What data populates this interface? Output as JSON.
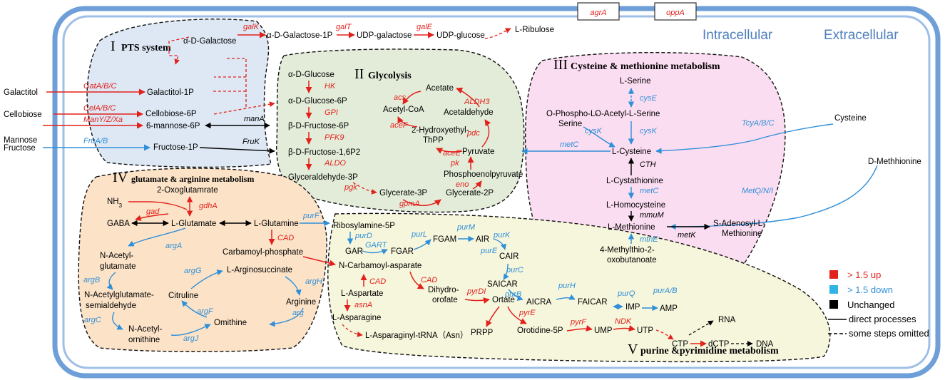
{
  "membrane_transporters": [
    "agrA",
    "oppA"
  ],
  "compartments": {
    "intracellular": "Intracellular",
    "extracellular": "Extracellular"
  },
  "sections": {
    "pts": {
      "numeral": "I",
      "title": "PTS system"
    },
    "glycolysis": {
      "numeral": "II",
      "title": "Glycolysis"
    },
    "cysteine": {
      "numeral": "III",
      "title": "Cysteine & methionine metabolism"
    },
    "glutamate": {
      "numeral": "IV",
      "title": "glutamate  & arginine metabolism"
    },
    "purine": {
      "numeral": "V",
      "title": "purine &pyrimidine metabolism"
    }
  },
  "external_metabolites": {
    "galactitol": "Galactitol",
    "cellobiose": "Cellobiose",
    "mannose": "Mannose",
    "fructose": "Fructose",
    "cysteine": "Cysteine",
    "d_methhionine": "D-Methhionine"
  },
  "metabolites": {
    "a_d_galactose": "α-D-Galactose",
    "galactitol_1p": "Galactitol-1P",
    "cellobiose_6p": "Cellobiose-6P",
    "mannose_6p": "6-mannose-6P",
    "fructose_1p": "Fructose-1P",
    "a_d_galactose_1p": "α-D-Galactose-1P",
    "udp_galactose": "UDP-galactose",
    "udp_glucose": "UDP-glucose",
    "l_ribulose": "L-Ribulose",
    "a_d_glucose": "α-D-Glucose",
    "a_d_glucose_6p": "α-D-Glucose-6P",
    "b_d_fructose_6p": "β-D-Fructose-6P",
    "b_d_fructose_16p2": "β-D-Fructose-1,6P2",
    "glyceraldehyde_3p": "Glyceraldehyde-3P",
    "glycerate_3p": "Glycerate-3P",
    "glycerate_2p": "Glycerate-2P",
    "phosphoenolpyruvate": "Phosphoenolpyruvate",
    "pyruvate": "Pyruvate",
    "hydroxyethyl_thpp_1": "2-Hydroxyethyl-",
    "hydroxyethyl_thpp_2": "ThPP",
    "acetyl_coa": "Acetyl-CoA",
    "acetate": "Acetate",
    "acetaldehyde": "Acetaldehyde",
    "l_serine": "L-Serine",
    "o_acetyl_l_serine": "O-Acetyl-L-Serine",
    "o_phospho_l_serine_1": "O-Phospho-L-",
    "o_phospho_l_serine_2": "Serine",
    "l_cysteine": "L-Cysteine",
    "l_cystathionine": "L-Cystathionine",
    "l_homocysteine": "L-Homocysteine",
    "l_methionine": "L-Methionine",
    "s_adenosyl_1": "S-Adenosyl-L-",
    "s_adenosyl_2": "Methionine",
    "methylthio_1": "4-Methylthio-2-",
    "methylthio_2": "oxobutanoate",
    "oxoglutamrate": "2-Oxoglutamrate",
    "nh3": "NH",
    "nh3_sub": "3",
    "gaba": "GABA",
    "l_glutamate": "L-Glutamate",
    "l_glutamine": "L-Glutamine",
    "carbamoyl_phosphate": "Carbamoyl-phosphate",
    "n_acetyl_glutamate_1": "N-Acetyl-",
    "n_acetyl_glutamate_2": "glutamate",
    "n_acetylglutamate_semi_1": "N-Acetylglutamate-",
    "n_acetylglutamate_semi_2": "semialdehyde",
    "l_arginosuccinate": "L-Arginosuccinate",
    "citruline": "Citruline",
    "arginine": "Arginine",
    "n_acetyl_ornithine_1": "N-Acetyl-",
    "n_acetyl_ornithine_2": "ornithine",
    "omithine": "Omithine",
    "ribosylamine_5p": "Ribosylamine-5P",
    "gar": "GAR",
    "fgar": "FGAR",
    "fgam": "FGAM",
    "air": "AIR",
    "cair": "CAIR",
    "saicar": "SAICAR",
    "aicra": "AICRA",
    "faicar": "FAICAR",
    "imp": "IMP",
    "amp": "AMP",
    "n_carbamoyl_asparate": "N-Carbamoyl-asparate",
    "l_aspartate": "L-Aspartate",
    "l_asparagine": "L-Asparagine",
    "l_asparaginyl_trna": "L-Asparaginyl-tRNA（Asn）",
    "dihydroorofate_1": "Dihydro-",
    "dihydroorofate_2": "orofate",
    "ortate": "Ortate",
    "prpp": "PRPP",
    "orotidine_5p": "Orotidine-5P",
    "ump": "UMP",
    "utp": "UTP",
    "ctp": "CTP",
    "dctp": "dCTP",
    "dna": "DNA",
    "rna": "RNA"
  },
  "enzymes": {
    "galK": {
      "label": "galK",
      "status": "up"
    },
    "galT": {
      "label": "galT",
      "status": "up"
    },
    "galE": {
      "label": "galE",
      "status": "up"
    },
    "GatABC": {
      "label": "GatA/B/C",
      "status": "up"
    },
    "CelABC": {
      "label": "CelA/B/C",
      "status": "up"
    },
    "ManYZXa": {
      "label": "ManY/Z/Xa",
      "status": "up"
    },
    "FruAB": {
      "label": "FruA/B",
      "status": "down"
    },
    "manA": {
      "label": "manA",
      "status": "unchanged"
    },
    "FruK": {
      "label": "FruK",
      "status": "unchanged"
    },
    "HK": {
      "label": "HK",
      "status": "up"
    },
    "GPI": {
      "label": "GPI",
      "status": "up"
    },
    "PFK9": {
      "label": "PFK9",
      "status": "up"
    },
    "ALDO": {
      "label": "ALDO",
      "status": "up"
    },
    "pgk": {
      "label": "pgk",
      "status": "up"
    },
    "gpmA": {
      "label": "gpmA",
      "status": "up"
    },
    "eno": {
      "label": "eno",
      "status": "up"
    },
    "pk": {
      "label": "pk",
      "status": "up"
    },
    "aceE": {
      "label": "aceE",
      "status": "up"
    },
    "aceF": {
      "label": "aceF",
      "status": "up"
    },
    "acs": {
      "label": "acs",
      "status": "up"
    },
    "ALDH3": {
      "label": "ALDH3",
      "status": "up"
    },
    "pdc": {
      "label": "pdc",
      "status": "up"
    },
    "cysE": {
      "label": "cysE",
      "status": "down"
    },
    "cysK_a": {
      "label": "cysK",
      "status": "down"
    },
    "cysK_b": {
      "label": "cysK",
      "status": "down"
    },
    "TcyABC": {
      "label": "TcyA/B/C",
      "status": "down"
    },
    "metC_a": {
      "label": "metC",
      "status": "down"
    },
    "CTH": {
      "label": "CTH",
      "status": "unchanged"
    },
    "metC_b": {
      "label": "metC",
      "status": "down"
    },
    "mmuM": {
      "label": "mmuM",
      "status": "unchanged"
    },
    "MetQNI": {
      "label": "MetQ/N/I",
      "status": "down"
    },
    "mtnE": {
      "label": "mtnE",
      "status": "down"
    },
    "metK": {
      "label": "metK",
      "status": "unchanged"
    },
    "gad": {
      "label": "gad",
      "status": "up"
    },
    "gdhA": {
      "label": "gdhA",
      "status": "up"
    },
    "purF": {
      "label": "purF",
      "status": "down"
    },
    "CAD_a": {
      "label": "CAD",
      "status": "up"
    },
    "argA": {
      "label": "argA",
      "status": "down"
    },
    "argB": {
      "label": "argB",
      "status": "down"
    },
    "argC": {
      "label": "argC",
      "status": "down"
    },
    "argG": {
      "label": "argG",
      "status": "down"
    },
    "argH": {
      "label": "argH",
      "status": "down"
    },
    "arg": {
      "label": "arg",
      "status": "down"
    },
    "argF": {
      "label": "argF",
      "status": "down"
    },
    "argJ": {
      "label": "argJ",
      "status": "down"
    },
    "purD": {
      "label": "purD",
      "status": "down"
    },
    "GART": {
      "label": "GART",
      "status": "down"
    },
    "purL": {
      "label": "purL",
      "status": "down"
    },
    "purM": {
      "label": "purM",
      "status": "down"
    },
    "purK": {
      "label": "purK",
      "status": "down"
    },
    "purE": {
      "label": "purE",
      "status": "down"
    },
    "purC": {
      "label": "purC",
      "status": "down"
    },
    "purB": {
      "label": "purB",
      "status": "down"
    },
    "purH": {
      "label": "purH",
      "status": "down"
    },
    "purQ": {
      "label": "purQ",
      "status": "down"
    },
    "purAB": {
      "label": "purA/B",
      "status": "down"
    },
    "CAD_b": {
      "label": "CAD",
      "status": "up"
    },
    "CAD_c": {
      "label": "CAD",
      "status": "up"
    },
    "asnA": {
      "label": "asnA",
      "status": "up"
    },
    "pyrDI": {
      "label": "pyrDI",
      "status": "up"
    },
    "pyrE": {
      "label": "pyrE",
      "status": "up"
    },
    "pyrF": {
      "label": "pyrF",
      "status": "up"
    },
    "NDK": {
      "label": "NDK",
      "status": "up"
    }
  },
  "legend": {
    "up": "> 1.5 up",
    "down": "> 1.5 down",
    "unchanged": "Unchanged",
    "direct": "direct processes",
    "omitted": "some steps omitted"
  },
  "colors": {
    "up": "#e3211c",
    "down": "#2f8fd8",
    "unchanged": "#000000",
    "membrane": "#6f9fd8",
    "pts_fill": "#dde8f4",
    "glycolysis_fill": "#e3ecd9",
    "cysteine_fill": "#fbddf1",
    "glutamate_fill": "#fce3c8",
    "purine_fill": "#f6f6dc"
  }
}
